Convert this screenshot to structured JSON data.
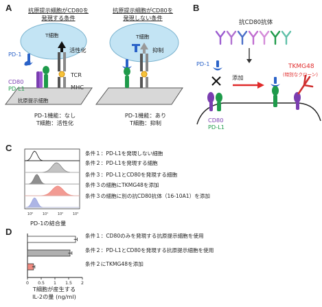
{
  "panels": {
    "a": "A",
    "b": "B",
    "c": "C",
    "d": "D"
  },
  "panel_a": {
    "left_title": [
      "抗原提示細胞がCD80を",
      "発現する条件"
    ],
    "right_title": [
      "抗原提示細胞がCD80を",
      "発現しない条件"
    ],
    "t_cell": "T細胞",
    "activation": "活性化",
    "suppression": "抑制",
    "pd1": "PD-1",
    "cd80": "CD80",
    "pdl1": "PD-L1",
    "tcr": "TCR",
    "mhc": "MHC",
    "apc": "抗原提示細胞",
    "left_result": [
      "PD-1機能：なし",
      "T細胞：活性化"
    ],
    "right_result": [
      "PD-1機能：あり",
      "T細胞：抑制"
    ]
  },
  "panel_b": {
    "antibody_label": "抗CD80抗体",
    "pd1": "PD-1",
    "add": "添加",
    "tkmg48": "TKMG48",
    "special_clone": "(特別なクローン)",
    "cd80": "CD80",
    "pdl1": "PD-L1"
  },
  "panel_c": {
    "xlabel": "PD-1の結合量",
    "ticks": [
      "10⁰",
      "10¹",
      "10²",
      "10³"
    ],
    "conditions": [
      "条件１：PD-L1を発現しない細胞",
      "条件２：PD-L1を発現する細胞",
      "条件３：PD-L1とCD80を発現する細胞",
      "条件３の細胞にTKMG48を添加",
      "条件３の細胞に別の抗CD80抗体（16-10A1）を添加"
    ],
    "colors": [
      "#555555",
      "#b8b8b8",
      "#7a7a7a",
      "#f08a80",
      "#9fa8e0"
    ]
  },
  "chart_data": {
    "type": "bar",
    "orientation": "horizontal",
    "categories": [
      "条件１：CD80のみを発現する抗原提示細胞を使用",
      "条件２：PD-L1とCD80を発現する抗原提示細胞を使用",
      "条件２にTKMG48を添加"
    ],
    "values": [
      1.75,
      1.55,
      0.22
    ],
    "errors": [
      0.06,
      0.07,
      0.05
    ],
    "colors": [
      "#ffffff",
      "#b0b0b0",
      "#f08a80"
    ],
    "xticks": [
      "0",
      "0.5",
      "1",
      "1.5",
      "2"
    ],
    "xlim": [
      0,
      2
    ],
    "xlabel": [
      "T細胞が産生する",
      "IL-2の量 (ng/ml)"
    ]
  }
}
